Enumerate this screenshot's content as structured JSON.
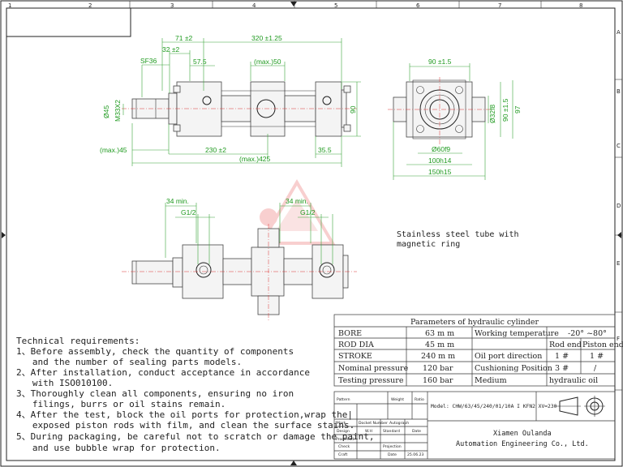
{
  "frame": {
    "top_grid_numbers": [
      "1",
      "2",
      "3",
      "4",
      "5",
      "6",
      "7",
      "8"
    ],
    "side_grid_letters": [
      "A",
      "B",
      "C",
      "D",
      "E",
      "F"
    ]
  },
  "dimensions": {
    "front": [
      "71 ±2",
      "320 ±1.25",
      "32 ±2",
      "SF36",
      "57.5",
      "(max.)50",
      "Ø45",
      "M33X2",
      "90",
      "(max.)45",
      "230 ±2",
      "35.5",
      "(max.)425"
    ],
    "side": [
      "90 ±1.5",
      "Ø32f8",
      "90 ±1.5",
      "97",
      "Ø60f9",
      "100h14",
      "150h15"
    ],
    "port_view": [
      "34 min.",
      "G1/2",
      "34 min.",
      "G1/2"
    ]
  },
  "annotation": {
    "line1": "Stainless steel tube with",
    "line2": "magnetic ring"
  },
  "requirements": {
    "title": "Technical requirements:",
    "lines": [
      "1、Before assembly, check the quantity of components",
      "   and the number of sealing parts models.",
      "2、After installation, conduct acceptance in accordance",
      "   with ISO010100.",
      "3、Thoroughly clean all components, ensuring no iron",
      "   filings, burrs or oil stains remain.",
      "4、After the test, block the oil ports for protection,wrap the|",
      "   exposed piston rods with film, and clean the surface stains.",
      "5、During packaging, be careful not to scratch or damage the paint,",
      "   and use bubble wrap for protection."
    ]
  },
  "params": {
    "title": "Parameters of hydraulic cylinder",
    "rows": [
      {
        "label": "BORE",
        "value": "63 m m",
        "label2": "Working temperature",
        "value2": "-20° ~80°"
      },
      {
        "label": "ROD DIA",
        "value": "45 m m",
        "label2": "",
        "value2a": "Rod end",
        "value2b": "Piston end"
      },
      {
        "label": "STROKE",
        "value": "240 m m",
        "label2": "Oil port direction",
        "value2a": "1 #",
        "value2b": "1 #"
      },
      {
        "label": "Nominal pressure",
        "value": "120 bar",
        "label2": "Cushioning Position",
        "value2a": "3 #",
        "value2b": "/"
      },
      {
        "label": "Testing pressure",
        "value": "160 bar",
        "label2": "Medium",
        "value2": "hydraulic oil"
      }
    ]
  },
  "title_block": {
    "pattern": "Pattern",
    "weight": "Weight",
    "ratio": "Ratio",
    "model": "Model: CHW/63/45/240/01/10A I KFN2 XV=230",
    "company_line1": "Xiamen Oulanda",
    "company_line2": "Automation Engineering Co., Ltd.",
    "cells": [
      "Mark",
      "Docket Number",
      "Autograph",
      "Design",
      "W.H",
      "Standard",
      "Date",
      "Proofread",
      "Projection",
      "Check",
      "Craft",
      "Date",
      "25.06.23"
    ]
  }
}
